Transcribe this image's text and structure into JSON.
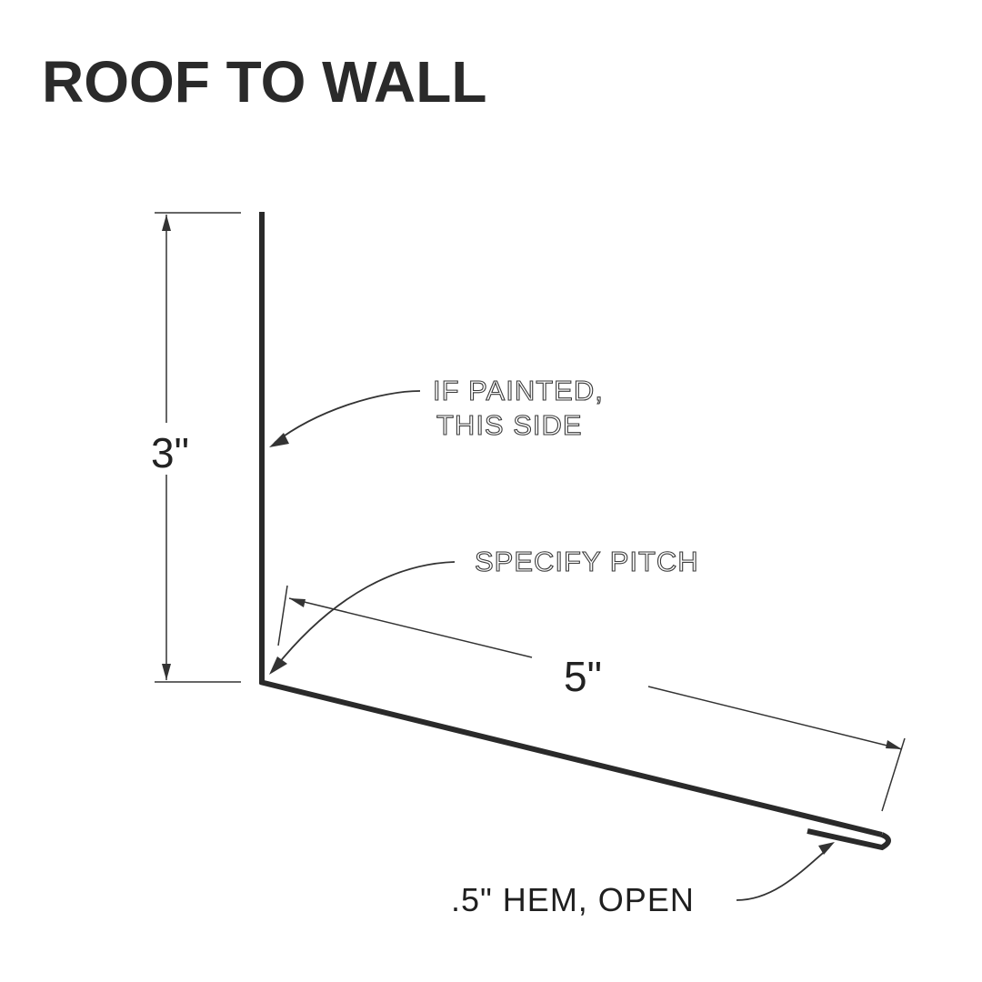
{
  "title": "ROOF TO WALL",
  "notes": {
    "painted_line1": "IF PAINTED,",
    "painted_line2": "THIS SIDE",
    "pitch": "SPECIFY PITCH",
    "hem": ".5\" HEM, OPEN"
  },
  "dimensions": {
    "vertical_leg": "3\"",
    "roof_leg": "5\""
  }
}
